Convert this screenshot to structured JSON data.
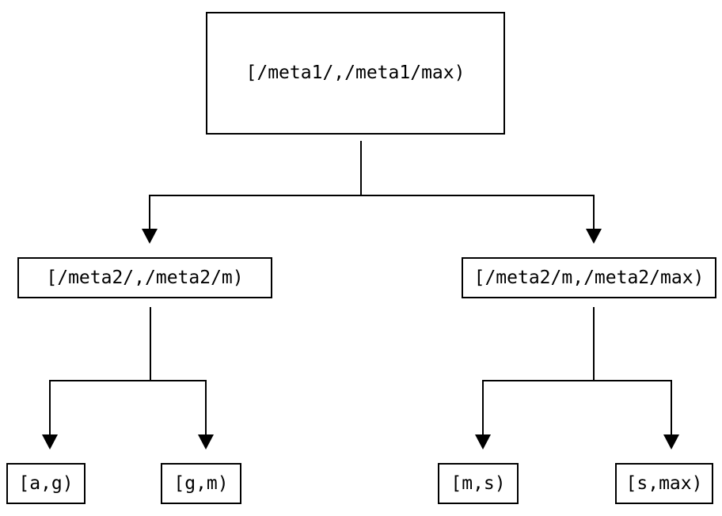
{
  "diagram": {
    "type": "tree",
    "nodes": {
      "root": {
        "label": "[/meta1/,/meta1/max)"
      },
      "level1_left": {
        "label": "[/meta2/,/meta2/m)"
      },
      "level1_right": {
        "label": "[/meta2/m,/meta2/max)"
      },
      "leaf_1": {
        "label": "[a,g)"
      },
      "leaf_2": {
        "label": "[g,m)"
      },
      "leaf_3": {
        "label": "[m,s)"
      },
      "leaf_4": {
        "label": "[s,max)"
      }
    },
    "edges": [
      {
        "from": "root",
        "to": "level1_left"
      },
      {
        "from": "root",
        "to": "level1_right"
      },
      {
        "from": "level1_left",
        "to": "leaf_1"
      },
      {
        "from": "level1_left",
        "to": "leaf_2"
      },
      {
        "from": "level1_right",
        "to": "leaf_3"
      },
      {
        "from": "level1_right",
        "to": "leaf_4"
      }
    ],
    "colors": {
      "line": "#000000",
      "arrowhead": "#000000",
      "node_border": "#000000",
      "node_fill": "#ffffff",
      "text": "#000000",
      "background": "#ffffff"
    }
  }
}
